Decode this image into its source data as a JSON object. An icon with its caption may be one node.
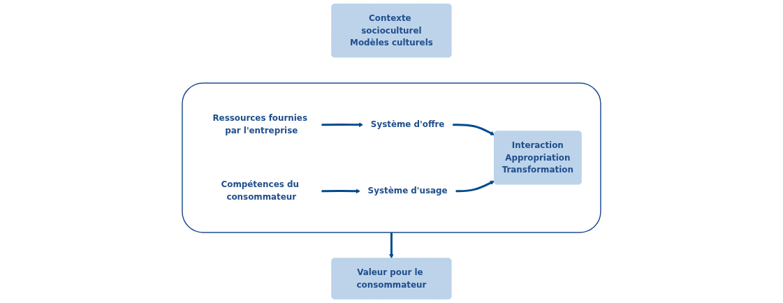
{
  "diagram": {
    "nodes": [
      {
        "text": [
          "Contexte socioculturel",
          "Modèles culturels"
        ]
      },
      {
        "text": [],
        "shape": "box"
      },
      {
        "text": [
          "Système d'offre"
        ],
        "in": 1
      },
      {
        "text": [
          "Ressources fournies par l'entreprise"
        ],
        "in": 1
      },
      {
        "text": [
          "Interaction",
          "Appropriation",
          "Transformation"
        ],
        "in": 1
      },
      {
        "text": [
          "Système d'usage"
        ],
        "in": 1
      },
      {
        "text": [
          "Compétences du consommateur"
        ],
        "in": 1
      },
      {
        "text": [
          "Valeur pour le consommateur"
        ]
      }
    ],
    "edges": [
      {
        "from": 3,
        "to": 2,
        "arrow": "to"
      },
      {
        "from": 2,
        "to": 4,
        "arrow": "to"
      },
      {
        "from": 5,
        "to": 4,
        "arrow": "to"
      },
      {
        "from": 6,
        "to": 5,
        "arrow": "to"
      },
      {
        "from": 1,
        "to": 7,
        "arrow": "to"
      }
    ]
  }
}
